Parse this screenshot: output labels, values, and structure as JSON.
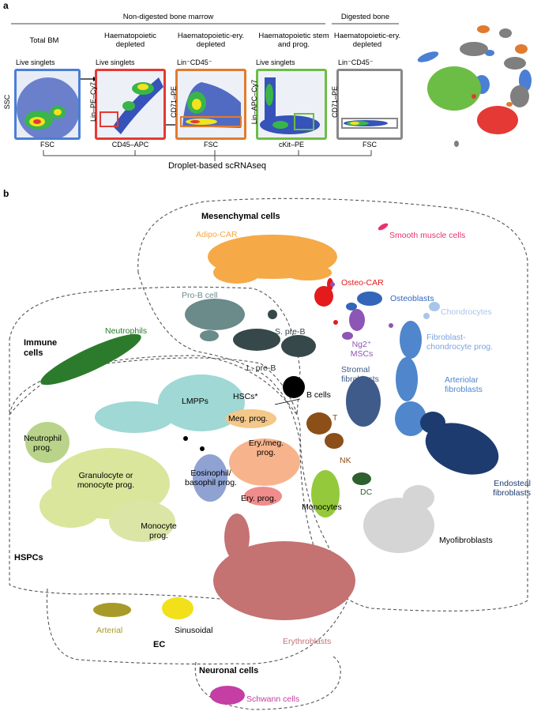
{
  "panel_a": {
    "letter": "a",
    "header_nondigested": "Non-digested bone marrow",
    "header_digested": "Digested bone",
    "col_titles": [
      "Total BM",
      "Haematopoietic depleted",
      "Haematopoietic-ery. depleted",
      "Haematopoietic stem and prog.",
      "Haematopoietic-ery. depleted"
    ],
    "gate_titles": [
      "Live singlets",
      "Live singlets",
      "Lin⁻CD45⁻",
      "Live singlets",
      "Lin⁻CD45⁻"
    ],
    "y_axes": [
      "SSC",
      "Lin–PE–Cy7",
      "CD71–PE",
      "Lin–APC–Cy7",
      "CD71–PE"
    ],
    "x_axes": [
      "FSC",
      "CD45–APC",
      "FSC",
      "cKit–PE",
      "FSC"
    ],
    "footer": "Droplet-based scRNAseq",
    "colors": {
      "blue": "#4a7fd4",
      "red": "#e53935",
      "orange": "#e07b30",
      "green": "#6cbd45",
      "grey": "#888888"
    }
  },
  "panel_b": {
    "letter": "b",
    "groups": {
      "mesenchymal": "Mesenchymal cells",
      "immune": "Immune cells",
      "hspcs": "HSPCs",
      "ec": "EC",
      "neuronal": "Neuronal cells"
    },
    "clusters": [
      {
        "name": "Adipo-CAR",
        "color": "#f5a947"
      },
      {
        "name": "Smooth muscle cells",
        "color": "#e8336b"
      },
      {
        "name": "Osteo-CAR",
        "color": "#e41a1c"
      },
      {
        "name": "Osteoblasts",
        "color": "#3366b8"
      },
      {
        "name": "Chondrocytes",
        "color": "#a9c6ea"
      },
      {
        "name": "Pro-B cell",
        "color": "#6b8a8a"
      },
      {
        "name": "Neutrophils",
        "color": "#2c7b2c"
      },
      {
        "name": "S. pre-B",
        "color": "#36484a"
      },
      {
        "name": "Fibroblast-chondrocyte prog.",
        "color": "#7da4dc"
      },
      {
        "name": "L. pre-B",
        "color": "#26302f"
      },
      {
        "name": "Ng2⁺ MSCs",
        "color": "#8d55b6"
      },
      {
        "name": "Stromal fibroblasts",
        "color": "#3f5b8a"
      },
      {
        "name": "Arteriolar fibroblasts",
        "color": "#4f86cc"
      },
      {
        "name": "B cells",
        "color": "#000000"
      },
      {
        "name": "HSCs*",
        "color": "#000000"
      },
      {
        "name": "LMPPs",
        "color": "#9fd8d4"
      },
      {
        "name": "T",
        "color": "#8b4f17"
      },
      {
        "name": "Meg. prog.",
        "color": "#f4c889"
      },
      {
        "name": "Neutrophil prog.",
        "color": "#b9d48a"
      },
      {
        "name": "Ery./meg. prog.",
        "color": "#f7b48c"
      },
      {
        "name": "NK",
        "color": "#8b4f17"
      },
      {
        "name": "Endosteal fibroblasts",
        "color": "#1d3b6e"
      },
      {
        "name": "Eosinophil/ basophil prog.",
        "color": "#8fa2d2"
      },
      {
        "name": "Granulocyte or monocyte prog.",
        "color": "#d9e69c"
      },
      {
        "name": "DC",
        "color": "#2e5f2e"
      },
      {
        "name": "Ery. prog.",
        "color": "#ef8c8c"
      },
      {
        "name": "Monocytes",
        "color": "#95c93c"
      },
      {
        "name": "Monocyte prog.",
        "color": "#dbe5a6"
      },
      {
        "name": "Myofibroblasts",
        "color": "#d5d5d5"
      },
      {
        "name": "Arterial",
        "color": "#a89a28"
      },
      {
        "name": "Sinusoidal",
        "color": "#f2e01a"
      },
      {
        "name": "Erythroblasts",
        "color": "#c47272"
      },
      {
        "name": "Schwann cells",
        "color": "#c43ea3"
      }
    ]
  }
}
